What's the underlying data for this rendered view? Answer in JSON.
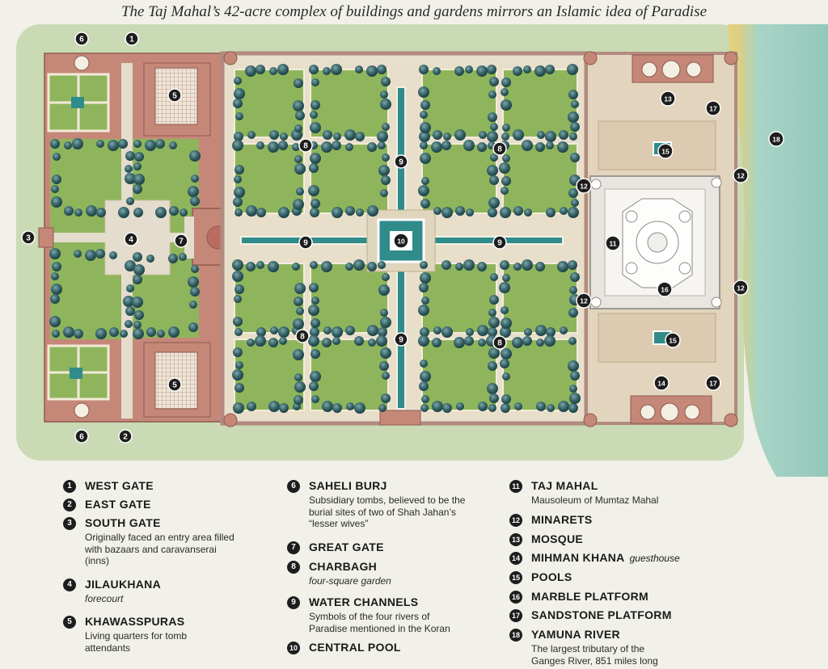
{
  "title": "The Taj Mahal’s 42-acre complex of buildings and gardens mirrors an Islamic idea of Paradise",
  "colors": {
    "lawn": "#8fb55c",
    "paving": "#e6dcc6",
    "red_sandstone": "#b87468",
    "water": "#2f8c8a",
    "trees": "#2f5e63",
    "river": "#a7d2c6",
    "marble": "#ffffff"
  },
  "map_labels": [
    {
      "n": "1"
    },
    {
      "n": "1"
    },
    {
      "n": "6"
    },
    {
      "n": "6"
    },
    {
      "n": "2"
    },
    {
      "n": "5"
    },
    {
      "n": "5"
    },
    {
      "n": "3"
    },
    {
      "n": "4"
    },
    {
      "n": "7"
    },
    {
      "n": "8"
    },
    {
      "n": "8"
    },
    {
      "n": "8"
    },
    {
      "n": "8"
    },
    {
      "n": "9"
    },
    {
      "n": "9"
    },
    {
      "n": "9"
    },
    {
      "n": "9"
    },
    {
      "n": "10"
    },
    {
      "n": "11"
    },
    {
      "n": "12"
    },
    {
      "n": "12"
    },
    {
      "n": "12"
    },
    {
      "n": "12"
    },
    {
      "n": "13"
    },
    {
      "n": "14"
    },
    {
      "n": "15"
    },
    {
      "n": "15"
    },
    {
      "n": "16"
    },
    {
      "n": "17"
    },
    {
      "n": "17"
    },
    {
      "n": "18"
    }
  ],
  "legend": [
    {
      "num": "1",
      "title": "WEST GATE",
      "desc": ""
    },
    {
      "num": "2",
      "title": "EAST GATE",
      "desc": ""
    },
    {
      "num": "3",
      "title": "SOUTH GATE",
      "desc": "Originally faced an entry area filled with bazaars and caravanserai (inns)"
    },
    {
      "num": "4",
      "title": "JILAUKHANA",
      "desc": "forecourt"
    },
    {
      "num": "5",
      "title": "KHAWASSPURAS",
      "desc": "Living quarters for tomb attendants"
    },
    {
      "num": "6",
      "title": "SAHELI BURJ",
      "desc": "Subsidiary tombs, believed to be the burial sites of two of Shah Jahan’s “lesser wives”"
    },
    {
      "num": "7",
      "title": "GREAT GATE",
      "desc": ""
    },
    {
      "num": "8",
      "title": "CHARBAGH",
      "desc": "four-square garden"
    },
    {
      "num": "9",
      "title": "WATER CHANNELS",
      "desc": "Symbols of the four rivers of Paradise mentioned in the Koran"
    },
    {
      "num": "10",
      "title": "CENTRAL POOL",
      "desc": ""
    },
    {
      "num": "11",
      "title": "TAJ MAHAL",
      "desc": "Mausoleum of Mumtaz Mahal"
    },
    {
      "num": "12",
      "title": "MINARETS",
      "desc": ""
    },
    {
      "num": "13",
      "title": "MOSQUE",
      "desc": ""
    },
    {
      "num": "14",
      "title": "MIHMAN KHANA",
      "desc": "guesthouse"
    },
    {
      "num": "15",
      "title": "POOLS",
      "desc": ""
    },
    {
      "num": "16",
      "title": "MARBLE PLATFORM",
      "desc": ""
    },
    {
      "num": "17",
      "title": "SANDSTONE PLATFORM",
      "desc": ""
    },
    {
      "num": "18",
      "title": "YAMUNA RIVER",
      "desc": "The largest tributary of the Ganges River, 851 miles long"
    }
  ]
}
